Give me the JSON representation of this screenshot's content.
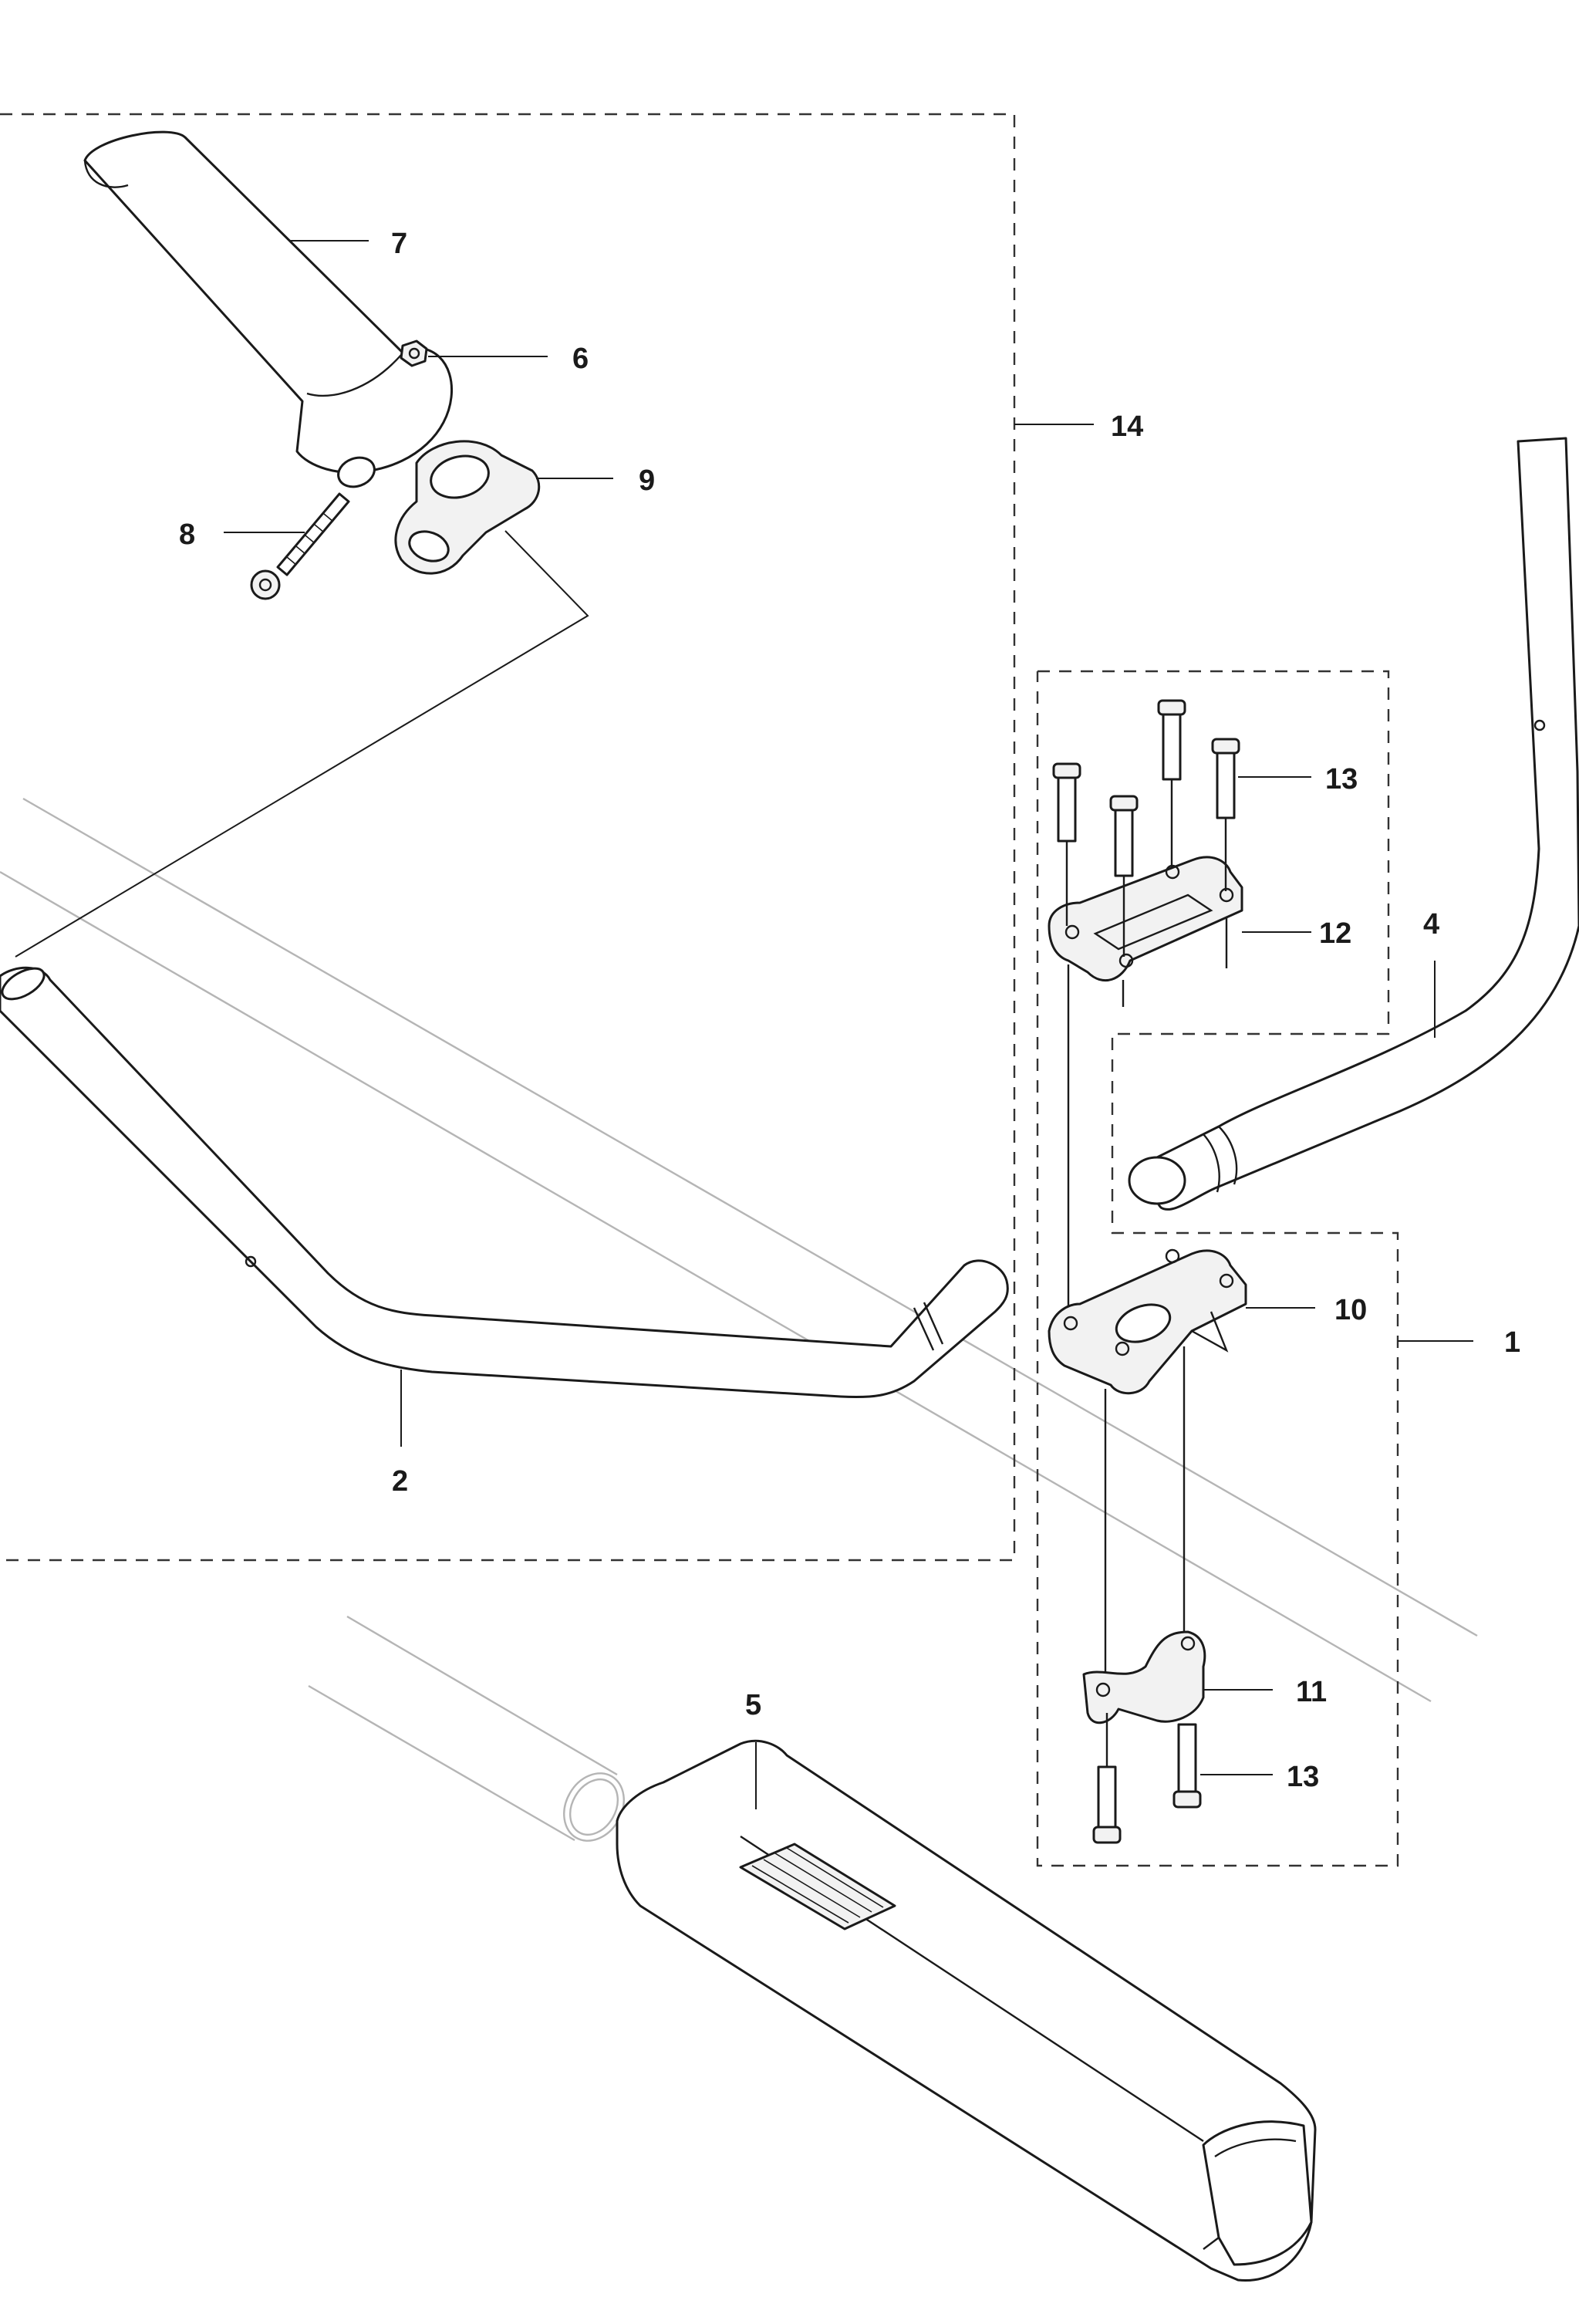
{
  "callouts": {
    "c1": "1",
    "c2": "2",
    "c4": "4",
    "c5": "5",
    "c6": "6",
    "c7": "7",
    "c8": "8",
    "c9": "9",
    "c10": "10",
    "c11": "11",
    "c12": "12",
    "c13a": "13",
    "c13b": "13",
    "c14": "14"
  },
  "colors": {
    "line": "#1a1a1a",
    "ghost": "#b5b5b5",
    "background": "#ffffff"
  }
}
